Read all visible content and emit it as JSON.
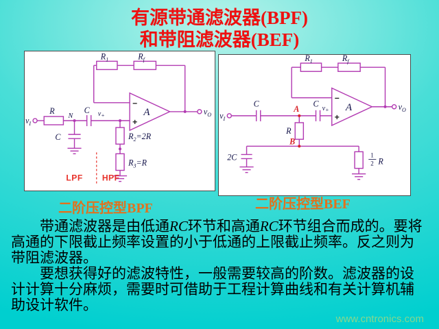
{
  "slide": {
    "title_line1": "有源带通滤波器(BPF)",
    "title_line2": "和带阻滤波器(BEF)",
    "watermark": "www.cntronics.com"
  },
  "colors": {
    "title_red": "#ee1111",
    "caption_orange": "#e2711d",
    "circuit_magenta": "#b23ab2",
    "node_red": "#d8242a",
    "watermark_green": "#8cd88c",
    "background_cyan": "#00cfcf"
  },
  "body": {
    "p1_seg1": "带通滤波器是由低通",
    "p1_rc1": "RC",
    "p1_seg2": "环节和高通",
    "p1_rc2": "RC",
    "p1_seg3": "环节组合而成的。要将高通的下限截止频率设置的小于低通的上限截止频率。反之则为带阻滤波器。",
    "p2": "要想获得好的滤波特性，一般需要较高的阶数。滤波器的设计计算十分麻烦，需要时可借助于工程计算曲线和有关计算机辅助设计软件。"
  },
  "bpf": {
    "caption": "二阶压控型BPF",
    "labels": {
      "vin_base": "v",
      "vin_sub": "I",
      "r_series": "R",
      "node_n": "N",
      "cap_shunt": "C",
      "cap_series": "C",
      "vplus_base": "v",
      "vplus_sub": "+",
      "r1_base": "R",
      "r1_sub": "1",
      "rf_base": "R",
      "rf_sub": "f",
      "opamp_gain": "A",
      "minus": "−",
      "plus": "+",
      "r2_base": "R",
      "r2_sub": "2",
      "r2_eq": "=2R",
      "r3_base": "R",
      "r3_sub": "3",
      "r3_eq": "=R",
      "lpf": "LPF",
      "hpf": "HPF",
      "vout_base": "v",
      "vout_sub": "O"
    }
  },
  "bef": {
    "caption": "二阶压控型BEF",
    "labels": {
      "vin_base": "v",
      "vin_sub": "I",
      "cap1": "C",
      "cap2": "C",
      "node_a": "A",
      "node_b": "B",
      "r_mid": "R",
      "cap_2c": "2C",
      "half_num": "1",
      "half_den": "2",
      "half_r": "R",
      "vplus_base": "v",
      "vplus_sub": "+",
      "r1_base": "R",
      "r1_sub": "1",
      "rf_base": "R",
      "rf_sub": "f",
      "opamp_gain": "A",
      "minus": "−",
      "plus": "+",
      "vout_base": "v",
      "vout_sub": "O"
    }
  }
}
